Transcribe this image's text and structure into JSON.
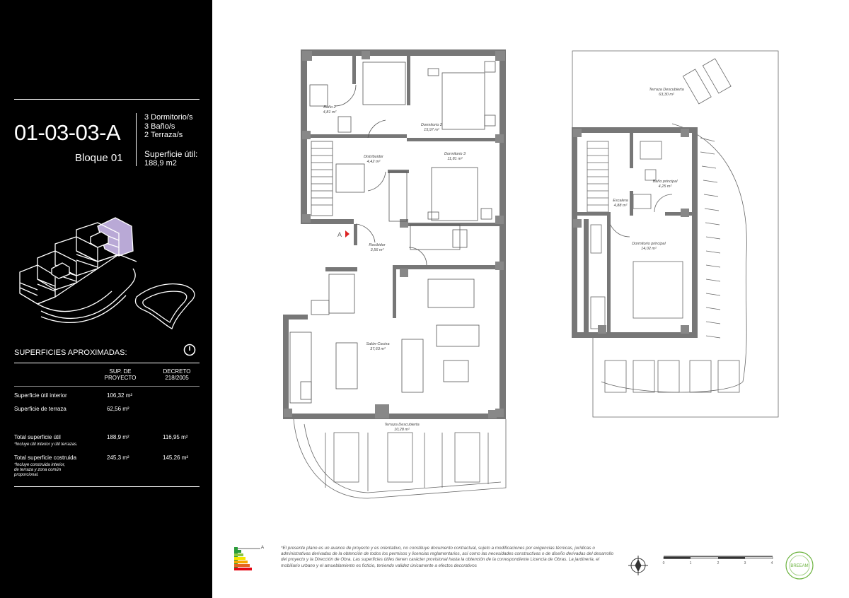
{
  "unit": {
    "code": "01-03-03-A",
    "block": "Bloque 01",
    "features": [
      "3 Dormitorio/s",
      "3 Baño/s",
      "2 Terraza/s"
    ],
    "useful_label": "Superficie útil:",
    "useful_value": "188,9  m2"
  },
  "surfaces": {
    "heading": "SUPERFICIES APROXIMADAS:",
    "col_project": [
      "SUP. DE",
      "PROYECTO"
    ],
    "col_decree": [
      "DECRETO",
      "218/2005"
    ],
    "rows": [
      {
        "label": "Superficie útil interior",
        "project": "106,32  m²",
        "decree": ""
      },
      {
        "label": "Superficie de terraza",
        "project": "62,56  m²",
        "decree": ""
      },
      {
        "label": "Total superficie útil",
        "project": "188,9  m²",
        "decree": "116,95  m²"
      },
      {
        "label": "Total superficie costruida",
        "project": "245,3  m²",
        "decree": "145,26  m²"
      }
    ],
    "note_useful": "*Incluye útil interior y útil terrazas.",
    "note_built": [
      "*Incluye construida interior,",
      "de terraza y zona común",
      "proporcional."
    ]
  },
  "plan": {
    "ground_floor_rooms": [
      {
        "name": "Baño 2",
        "area": "4,81 m²"
      },
      {
        "name": "Dormitorio 2",
        "area": "15,97 m²"
      },
      {
        "name": "Distribuidor",
        "area": "4,42 m²"
      },
      {
        "name": "Dormitorio 3",
        "area": "11,81 m²"
      },
      {
        "name": "Recibidor",
        "area": "3,56 m²"
      },
      {
        "name": "Salón-Cocina",
        "area": "37,63 m²"
      },
      {
        "name": "Terraza Descubierta",
        "area": "10,28 m²"
      }
    ],
    "upper_floor_rooms": [
      {
        "name": "Terraza Descubierta",
        "area": "63,30 m²"
      },
      {
        "name": "Baño principal",
        "area": "4,25 m²"
      },
      {
        "name": "Escalera",
        "area": "4,88 m²"
      },
      {
        "name": "Dormitorio principal",
        "area": "14,02 m²"
      }
    ],
    "entry_marker": "A"
  },
  "scale_bar": {
    "labels": [
      "0",
      "1",
      "2",
      "3",
      "4"
    ]
  },
  "energy_label": {
    "top_letter": "A"
  },
  "breeam": {
    "label": "BREEAM"
  },
  "disclaimer": "*El presente plano es un avance de proyecto y es orientativo, no constituye documento contractual, sujeto a modificaciones por exigencias técnicas, jurídicas o administrativas derivadas de la obtención de todos los permisos y licencias reglamentarios, así como las necesidades constructivas o de diseño derivadas del desarrollo del proyecto y la Dirección de Obra. Las superficies útiles tienen carácter provisional hasta la obtención de la correspondiente Licencia de Obras. La jardinería, el mobiliario urbano y el amueblamiento es ficticio, teniendo validez únicamente a efectos decorativos"
}
